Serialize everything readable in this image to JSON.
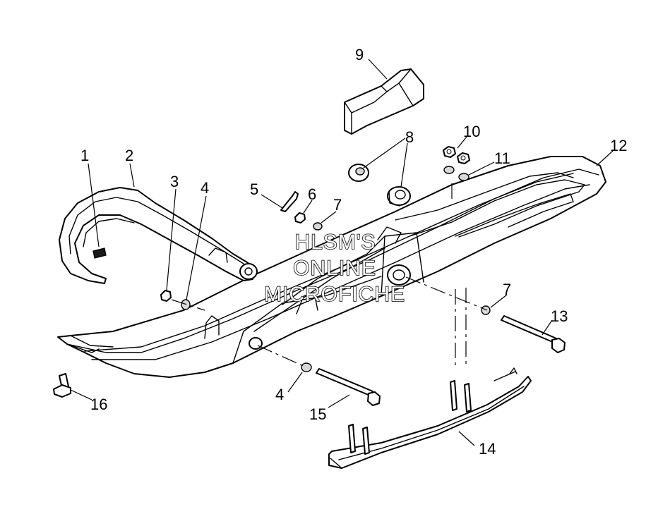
{
  "watermark": {
    "line1": "HLSM'S",
    "line2": "ONLINE",
    "line3": "MICROFICHE"
  },
  "callouts": {
    "c1": "1",
    "c2": "2",
    "c3": "3",
    "c4a": "4",
    "c4b": "4",
    "c5": "5",
    "c6": "6",
    "c7a": "7",
    "c7b": "7",
    "c8": "8",
    "c9": "9",
    "c10": "10",
    "c11": "11",
    "c12": "12",
    "c13": "13",
    "c14": "14",
    "c15": "15",
    "c16": "16"
  }
}
